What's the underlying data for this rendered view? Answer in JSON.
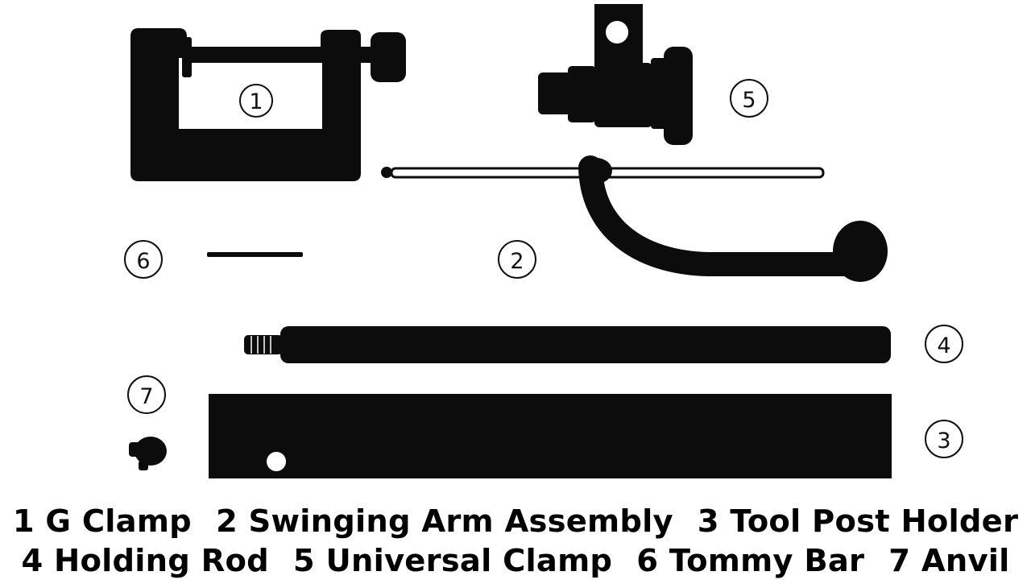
{
  "markers": {
    "1": "1",
    "2": "2",
    "3": "3",
    "4": "4",
    "5": "5",
    "6": "6",
    "7": "7"
  },
  "legend": {
    "line1": [
      {
        "num": "1",
        "name": "G Clamp"
      },
      {
        "num": "2",
        "name": "Swinging Arm Assembly"
      },
      {
        "num": "3",
        "name": "Tool Post Holder"
      }
    ],
    "line2": [
      {
        "num": "4",
        "name": "Holding Rod"
      },
      {
        "num": "5",
        "name": "Universal Clamp"
      },
      {
        "num": "6",
        "name": "Tommy Bar"
      },
      {
        "num": "7",
        "name": "Anvil"
      }
    ]
  },
  "colors": {
    "part": "#0c0c0c",
    "background": "#ffffff"
  }
}
